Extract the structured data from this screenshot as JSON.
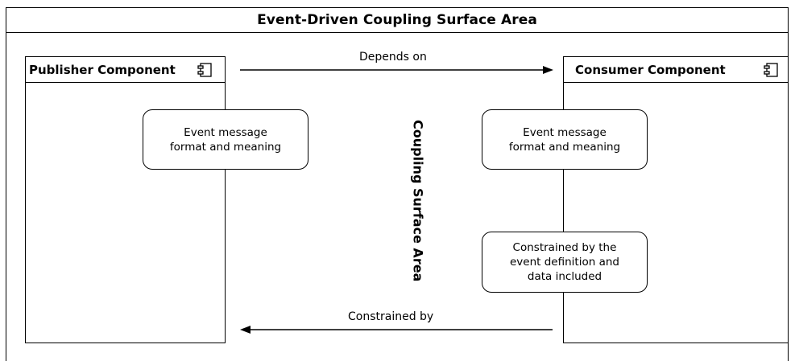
{
  "title": "Event-Driven Coupling Surface Area",
  "publisher": {
    "name": "Publisher Component",
    "icon": "component-icon"
  },
  "consumer": {
    "name": "Consumer Component",
    "icon": "component-icon"
  },
  "notes": {
    "publisher_note": "Event message\nformat and meaning",
    "consumer_note": "Event message\nformat and meaning",
    "consumer_constraint": "Constrained by the\nevent definition and\ndata included"
  },
  "center_label": "Coupling Surface Area",
  "edges": {
    "depends_on": "Depends on",
    "constrained_by": "Constrained by"
  }
}
